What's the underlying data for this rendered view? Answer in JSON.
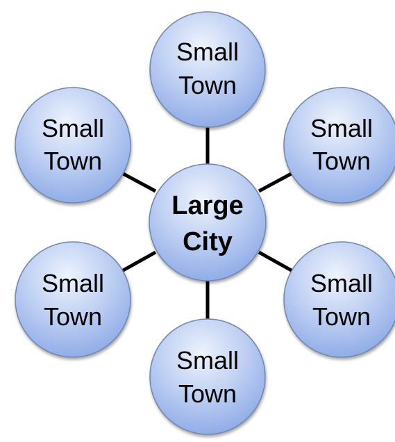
{
  "hub": {
    "label_lines": [
      "Large",
      "City"
    ]
  },
  "satellites": [
    {
      "position": "top",
      "label_lines": [
        "Small",
        "Town"
      ]
    },
    {
      "position": "upper-right",
      "label_lines": [
        "Small",
        "Town"
      ]
    },
    {
      "position": "lower-right",
      "label_lines": [
        "Small",
        "Town"
      ]
    },
    {
      "position": "bottom",
      "label_lines": [
        "Small",
        "Town"
      ]
    },
    {
      "position": "lower-left",
      "label_lines": [
        "Small",
        "Town"
      ]
    },
    {
      "position": "upper-left",
      "label_lines": [
        "Small",
        "Town"
      ]
    }
  ],
  "colors": {
    "bubble_light": "#eef3fd",
    "bubble_mid": "#c3d3f4",
    "bubble_dark": "#8aa7e6",
    "bubble_outline": "#6f86a8",
    "connector": "#000000",
    "text": "#000000"
  }
}
